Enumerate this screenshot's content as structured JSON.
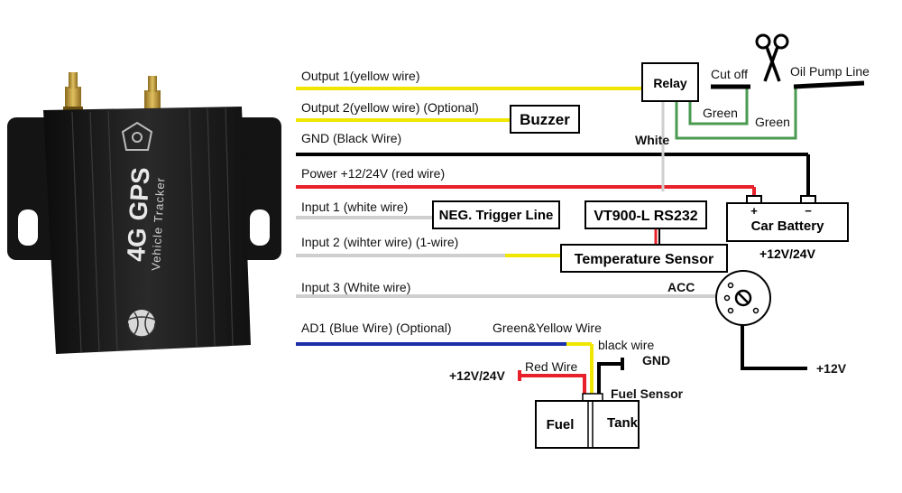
{
  "device": {
    "title": "4G GPS",
    "subtitle": "Vehicle Tracker"
  },
  "wires": {
    "output1": "Output 1(yellow wire)",
    "output2": "Output 2(yellow wire) (Optional)",
    "gnd": "GND (Black Wire)",
    "power": "Power +12/24V (red wire)",
    "input1": "Input 1 (white wire)",
    "input2": "Input 2 (wihter wire) (1-wire)",
    "input3": "Input 3 (White wire)",
    "ad1": "AD1 (Blue Wire) (Optional)"
  },
  "components": {
    "relay": "Relay",
    "buzzer": "Buzzer",
    "neg_trigger": "NEG. Trigger Line",
    "vt900": "VT900-L RS232",
    "temp_sensor": "Temperature Sensor",
    "car_battery": "Car Battery",
    "battery_plus": "+",
    "battery_minus": "−",
    "battery_voltage": "+12V/24V",
    "fuel": "Fuel",
    "tank": "Tank",
    "fuel_sensor": "Fuel Sensor"
  },
  "labels": {
    "cut_off": "Cut off",
    "oil_pump_line": "Oil Pump Line",
    "green_1": "Green",
    "green_2": "Green",
    "white": "White",
    "acc": "ACC",
    "acc_voltage": "+12V",
    "green_yellow_wire": "Green&Yellow Wire",
    "black_wire": "black wire",
    "gnd": "GND",
    "red_wire": "Red Wire",
    "fuel_voltage": "+12V/24V"
  },
  "colors": {
    "yellow": "#f0e600",
    "black": "#000000",
    "red": "#e8202a",
    "white_wire": "#cfcfcf",
    "blue": "#1c2fa8",
    "green": "#4a9a50"
  }
}
